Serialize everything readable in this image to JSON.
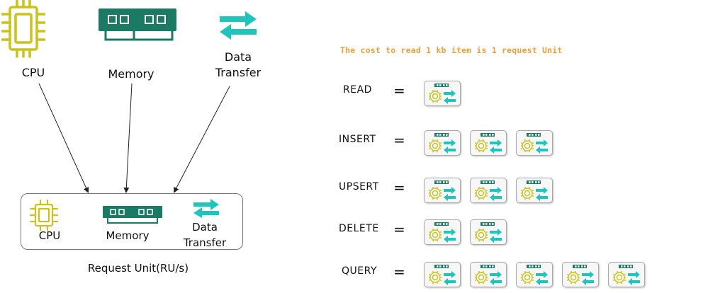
{
  "top_resources": [
    {
      "label": "CPU",
      "icon": "cpu-icon"
    },
    {
      "label": "Memory",
      "icon": "memory-icon"
    },
    {
      "label": "Data\nTransfer",
      "icon": "data-transfer-icon"
    }
  ],
  "request_unit_box": {
    "items": [
      {
        "label": "CPU",
        "icon": "cpu-icon"
      },
      {
        "label": "Memory",
        "icon": "memory-icon"
      },
      {
        "label": "Data\nTransfer",
        "icon": "data-transfer-icon"
      }
    ],
    "caption": "Request Unit(RU/s)"
  },
  "cost_title": "The cost to read 1 kb item is 1 request Unit",
  "operations": [
    {
      "name": "READ",
      "equals": "=",
      "request_units": 1
    },
    {
      "name": "INSERT",
      "equals": "=",
      "request_units": 3
    },
    {
      "name": "UPSERT",
      "equals": "=",
      "request_units": 3
    },
    {
      "name": "DELETE",
      "equals": "=",
      "request_units": 2
    },
    {
      "name": "QUERY",
      "equals": "=",
      "request_units": 5
    }
  ],
  "colors": {
    "cpu": "#c9c21f",
    "memory": "#1a7a63",
    "transfer": "#1fc4bd",
    "title": "#e8a13c"
  }
}
